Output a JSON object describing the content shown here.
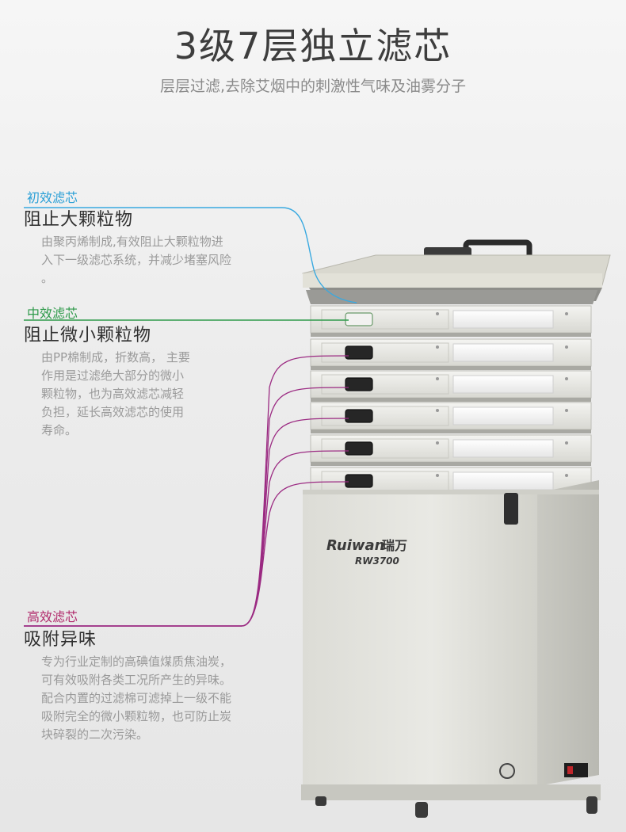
{
  "page": {
    "title": "3级7层独立滤芯",
    "subtitle": "层层过滤,去除艾烟中的刺激性气味及油雾分子"
  },
  "sections": [
    {
      "tag": "初效滤芯",
      "tag_color": "#2a9fd6",
      "heading": "阻止大颗粒物",
      "description": "由聚丙烯制成,有效阻止大颗粒物进\n入下一级滤芯系统，并减少堵塞风险\n。"
    },
    {
      "tag": "中效滤芯",
      "tag_color": "#2e9a4a",
      "heading": "阻止微小颗粒物",
      "description": "由PP棉制成，折数高， 主要\n作用是过滤绝大部分的微小\n颗粒物，也为高效滤芯减轻\n负担，延长高效滤芯的使用\n寿命。"
    },
    {
      "tag": "高效滤芯",
      "tag_color": "#b0286a",
      "heading": "吸附异味",
      "description": "专为行业定制的高碘值煤质焦油炭，\n可有效吸附各类工况所产生的异味。\n配合内置的过滤棉可滤掉上一级不能\n吸附完全的微小颗粒物，也可防止炭\n块碎裂的二次污染。"
    }
  ],
  "product": {
    "brand": "Ruiwan",
    "brand_cn": "瑞万",
    "model": "RW3700"
  }
}
